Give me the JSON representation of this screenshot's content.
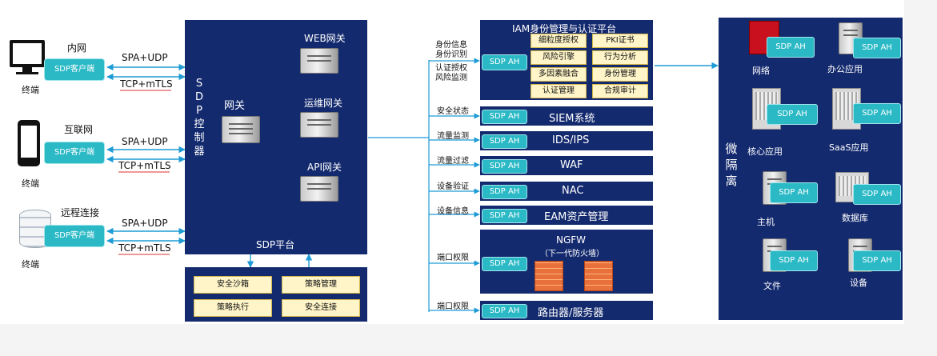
{
  "colors": {
    "panel": "#142a6e",
    "sdp_ah": "#2bb9c6",
    "yellow_box": "#fff5c8",
    "arrow": "#1e9bd6",
    "label_underline": "#e03030"
  },
  "terminals": [
    {
      "name": "内网",
      "device": "desktop-monitor-icon",
      "client": "SDP客户端",
      "label": "终端",
      "upper_protocol": "SPA+UDP",
      "lower_protocol": "TCP+mTLS"
    },
    {
      "name": "互联网",
      "device": "mobile-phone-icon",
      "client": "SDP客户端",
      "label": "终端",
      "upper_protocol": "SPA+UDP",
      "lower_protocol": "TCP+mTLS"
    },
    {
      "name": "远程连接",
      "device": "database-icon",
      "client": "SDP客户端",
      "label": "终端",
      "upper_protocol": "SPA+UDP",
      "lower_protocol": "TCP+mTLS"
    }
  ],
  "controller": {
    "title": "SDP控制器",
    "title_chars": [
      "S",
      "D",
      "P",
      "控",
      "制",
      "器"
    ],
    "main_gateway": "网关",
    "gateways": [
      "WEB网关",
      "运维网关",
      "API网关"
    ],
    "platform_label": "SDP平台",
    "modules": [
      "安全沙箱",
      "策略管理",
      "策略执行",
      "安全连接"
    ]
  },
  "security": {
    "iam": {
      "title": "IAM身份管理与认证平台",
      "sdp_ah": "SDP AH",
      "left_labels": [
        "身份信息",
        "身份识别",
        "认证授权",
        "风险监测"
      ],
      "items": [
        "细粒度授权",
        "PKI证书",
        "风险引擎",
        "行为分析",
        "多因素融合",
        "身份管理",
        "认证管理",
        "合规审计"
      ]
    },
    "bars": [
      {
        "label": "安全状态",
        "sdp_ah": "SDP AH",
        "title": "SIEM系统"
      },
      {
        "label": "流量监测",
        "sdp_ah": "SDP AH",
        "title": "IDS/IPS"
      },
      {
        "label": "流量过滤",
        "sdp_ah": "SDP AH",
        "title": "WAF"
      },
      {
        "label": "设备验证",
        "sdp_ah": "SDP AH",
        "title": "NAC"
      },
      {
        "label": "设备信息",
        "sdp_ah": "SDP AH",
        "title": "EAM资产管理"
      }
    ],
    "ngfw": {
      "label": "端口权限",
      "sdp_ah": "SDP AH",
      "title": "NGFW",
      "subtitle": "（下一代防火墙）"
    },
    "router": {
      "label": "端口权限",
      "sdp_ah": "SDP AH",
      "title": "路由器/服务器"
    }
  },
  "micro": {
    "title_chars": [
      "微",
      "隔",
      "离"
    ],
    "resources": [
      {
        "name": "网络",
        "sdp_ah": "SDP AH",
        "icon": "network-device-icon"
      },
      {
        "name": "办公应用",
        "sdp_ah": "SDP AH",
        "icon": "office-server-icon"
      },
      {
        "name": "核心应用",
        "sdp_ah": "SDP AH",
        "icon": "core-rack-icon"
      },
      {
        "name": "SaaS应用",
        "sdp_ah": "SDP AH",
        "icon": "saas-rack-icon"
      },
      {
        "name": "主机",
        "sdp_ah": "SDP AH",
        "icon": "host-server-icon"
      },
      {
        "name": "数据库",
        "sdp_ah": "SDP AH",
        "icon": "database-server-icon"
      },
      {
        "name": "文件",
        "sdp_ah": "SDP AH",
        "icon": "file-server-icon"
      },
      {
        "name": "设备",
        "sdp_ah": "SDP AH",
        "icon": "device-server-icon"
      }
    ]
  }
}
